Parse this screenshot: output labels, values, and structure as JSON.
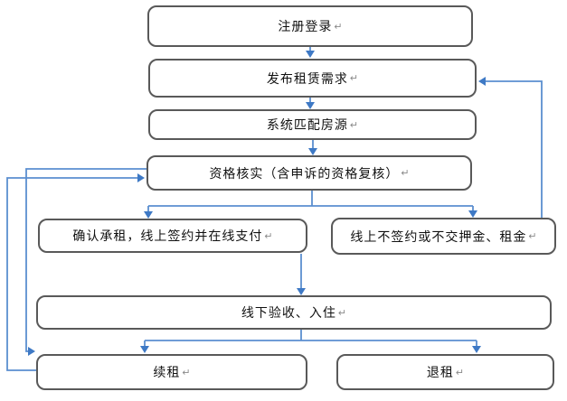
{
  "diagram": {
    "nodes": {
      "register_login": {
        "label": "注册登录"
      },
      "publish_demand": {
        "label": "发布租赁需求"
      },
      "match_housing": {
        "label": "系统匹配房源"
      },
      "verify_qualification": {
        "label": "资格核实（含申诉的资格复核）"
      },
      "confirm_rent": {
        "label": "确认承租，线上签约并在线支付"
      },
      "no_sign_no_pay": {
        "label": "线上不签约或不交押金、租金"
      },
      "checkin": {
        "label": "线下验收、入住"
      },
      "renew": {
        "label": "续租"
      },
      "terminate": {
        "label": "退租"
      }
    },
    "marks": {
      "return_mark": "↵"
    },
    "colors": {
      "connector": "#5b8fd0",
      "arrowhead": "#3e79c5",
      "box_border": "#595959",
      "box_fill": "#ffffff",
      "text": "#111111"
    },
    "edges": [
      {
        "from": "register_login",
        "to": "publish_demand"
      },
      {
        "from": "publish_demand",
        "to": "match_housing"
      },
      {
        "from": "match_housing",
        "to": "verify_qualification"
      },
      {
        "from": "verify_qualification",
        "to": "confirm_rent"
      },
      {
        "from": "verify_qualification",
        "to": "no_sign_no_pay"
      },
      {
        "from": "confirm_rent",
        "to": "checkin"
      },
      {
        "from": "no_sign_no_pay",
        "to": "publish_demand"
      },
      {
        "from": "checkin",
        "to": "renew"
      },
      {
        "from": "checkin",
        "to": "terminate"
      },
      {
        "from": "renew",
        "to": "verify_qualification"
      },
      {
        "from": "verify_qualification",
        "to": "renew"
      }
    ]
  }
}
